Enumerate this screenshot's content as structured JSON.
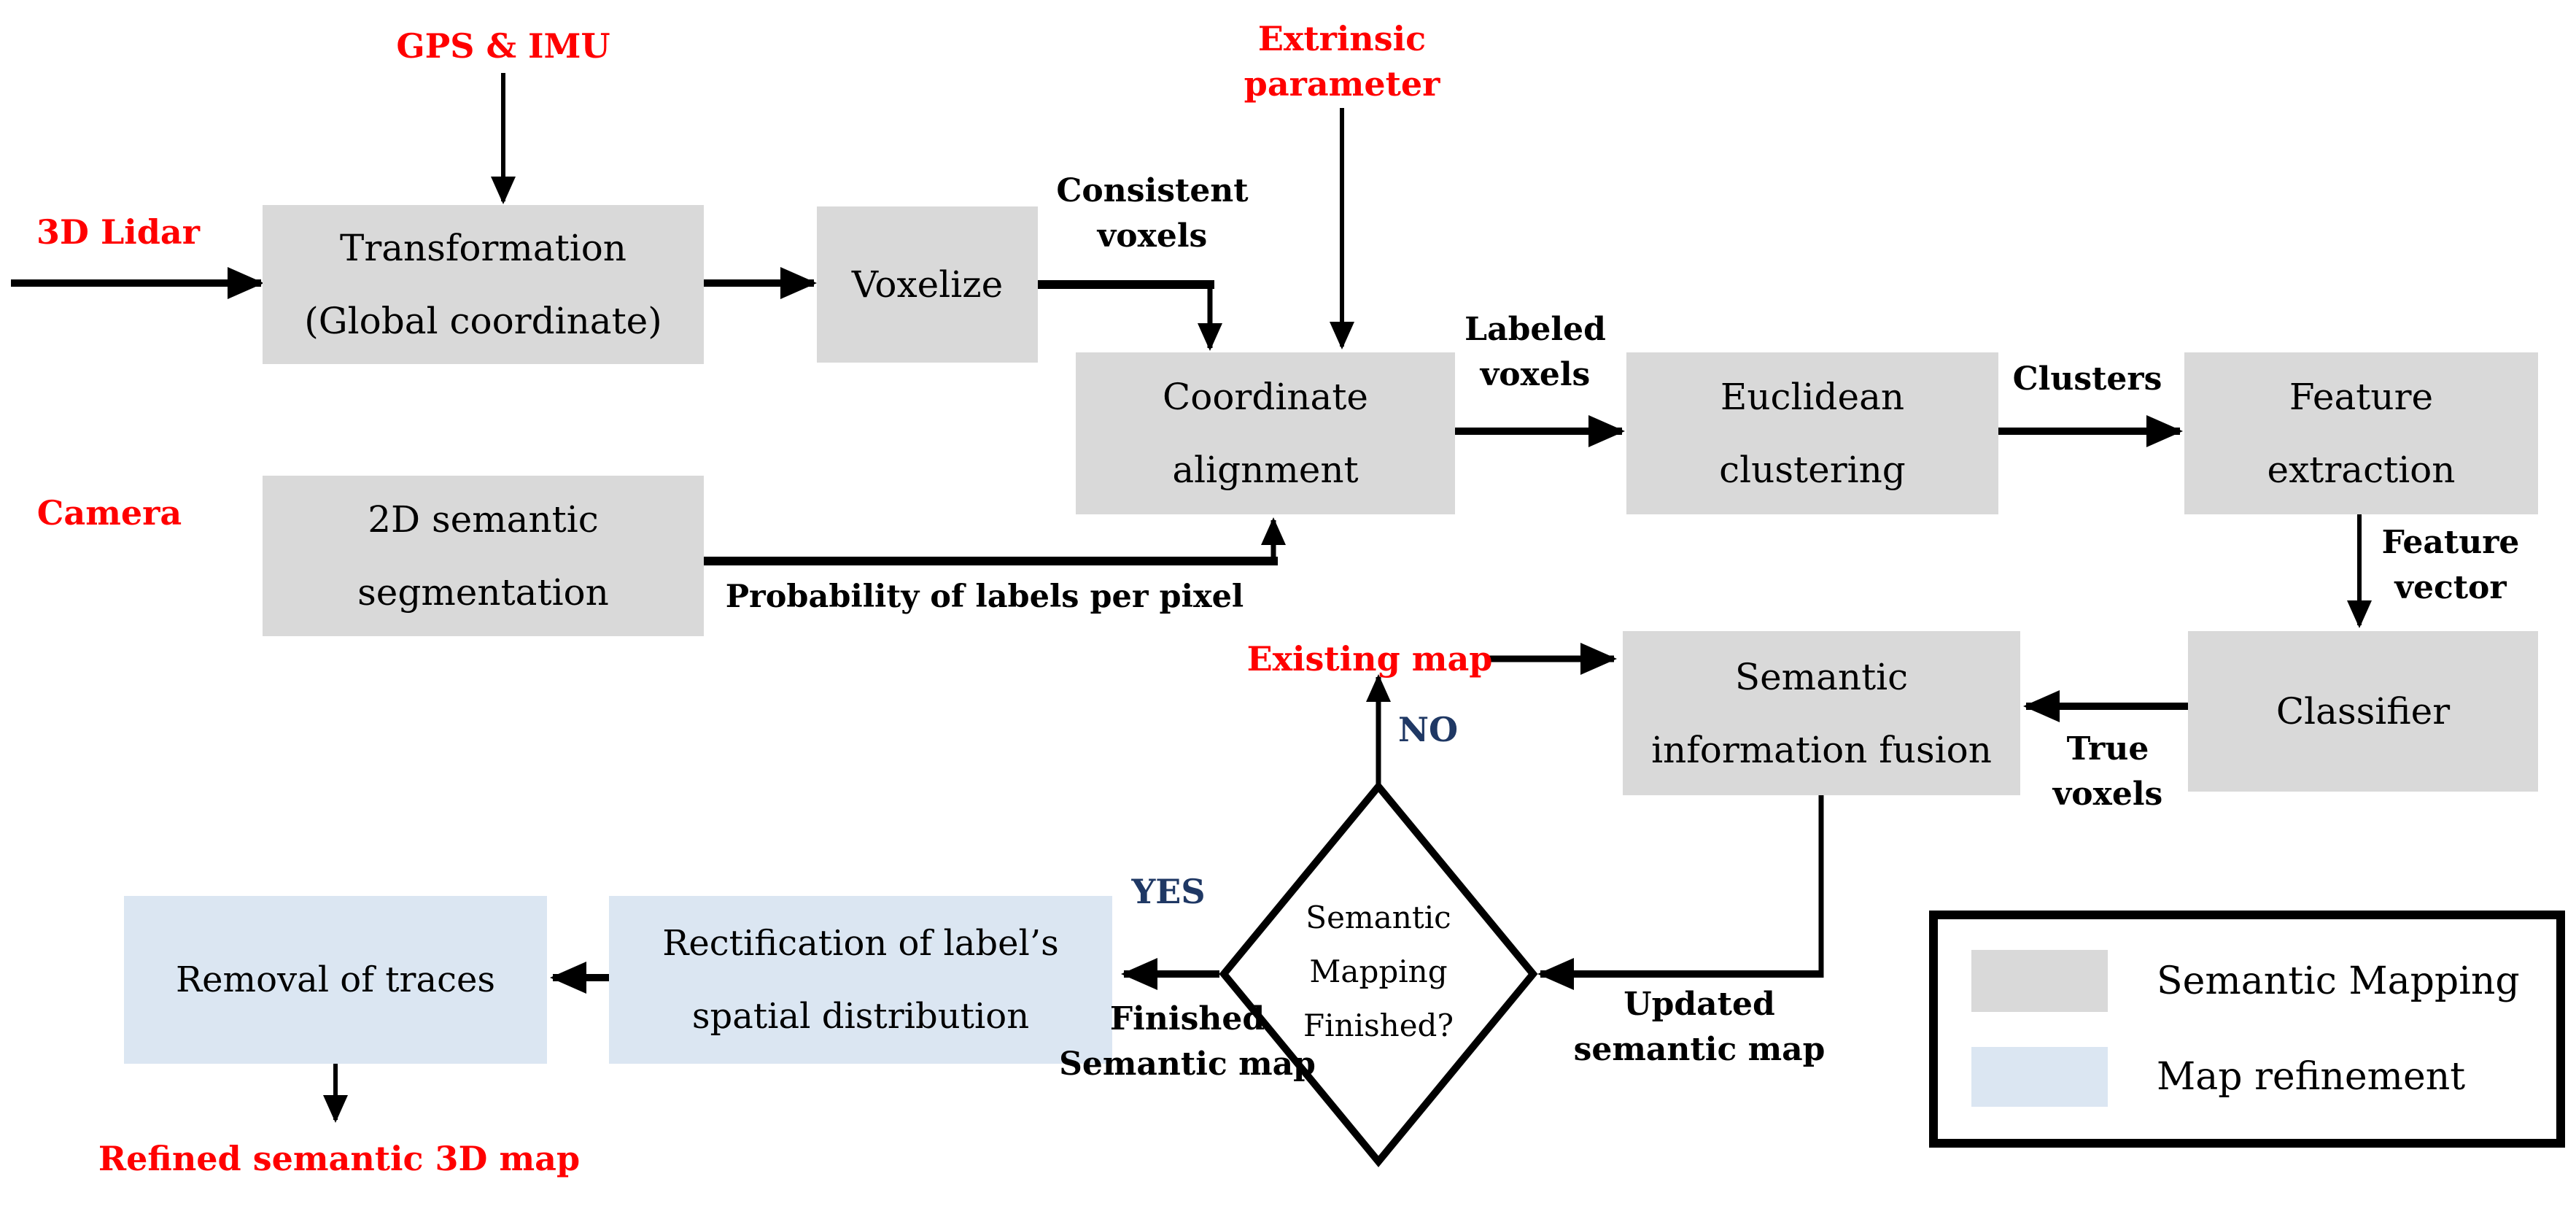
{
  "title": "Semantic 3D mapping pipeline flowchart",
  "colors": {
    "box_gray": "#d9d9d9",
    "box_blue": "#dbe6f2",
    "red": "#ff0000",
    "navy": "#1f3864",
    "black": "#000000"
  },
  "nodes": {
    "transformation": {
      "lines": [
        "Transformation",
        "(Global coordinate)"
      ]
    },
    "voxelize": {
      "label": "Voxelize"
    },
    "coordinate_alignment": {
      "lines": [
        "Coordinate",
        "alignment"
      ]
    },
    "euclidean_clustering": {
      "lines": [
        "Euclidean",
        "clustering"
      ]
    },
    "feature_extraction": {
      "lines": [
        "Feature",
        "extraction"
      ]
    },
    "semantic_segmentation": {
      "lines": [
        "2D semantic",
        "segmentation"
      ]
    },
    "semantic_information_fusion": {
      "lines": [
        "Semantic",
        "information fusion"
      ]
    },
    "classifier": {
      "label": "Classifier"
    },
    "rectification": {
      "lines": [
        "Rectification of  label’s",
        "spatial distribution"
      ]
    },
    "removal_of_traces": {
      "label": "Removal of traces"
    },
    "decision": {
      "lines": [
        "Semantic",
        "Mapping",
        "Finished?"
      ]
    }
  },
  "inputs": {
    "gps_imu": "GPS & IMU",
    "lidar": "3D Lidar",
    "camera": "Camera",
    "extrinsic": {
      "lines": [
        "Extrinsic",
        "parameter"
      ]
    },
    "existing_map": "Existing map",
    "refined_map": "Refined semantic 3D map"
  },
  "edge_labels": {
    "consistent_voxels": {
      "lines": [
        "Consistent",
        "voxels"
      ]
    },
    "labeled_voxels": {
      "lines": [
        "Labeled",
        "voxels"
      ]
    },
    "clusters": "Clusters",
    "feature_vector": {
      "lines": [
        "Feature",
        "vector"
      ]
    },
    "probability": "Probability of labels per pixel",
    "true_voxels": {
      "lines": [
        "True",
        "voxels"
      ]
    },
    "updated_map": {
      "lines": [
        "Updated",
        "semantic map"
      ]
    },
    "finished_map": {
      "lines": [
        "Finished",
        "Semantic map"
      ]
    },
    "no": "NO",
    "yes": "YES"
  },
  "legend": {
    "items": [
      {
        "label": "Semantic Mapping",
        "color": "#d9d9d9"
      },
      {
        "label": "Map refinement",
        "color": "#dbe6f2"
      }
    ]
  }
}
